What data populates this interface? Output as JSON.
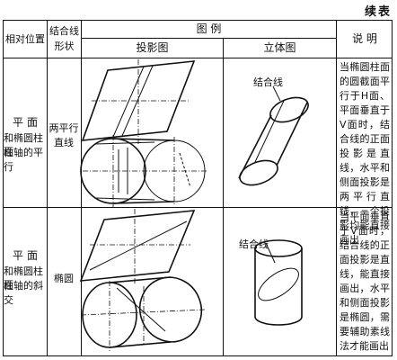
{
  "header": {
    "continuation": "续表"
  },
  "columns": {
    "position": "相对位置",
    "shape_line1": "结合线",
    "shape_line2": "形状",
    "figures": "图 例",
    "projection": "投影图",
    "solid": "立体图",
    "note": "说 明"
  },
  "rows": [
    {
      "position_col1": "平面和柱轴平行",
      "position_col2": "面圆的",
      "position_line_a": "平面",
      "position_line_b": "和椭圆柱面",
      "position_line_c": "柱轴的平",
      "position_line_d": "行",
      "shape": "两平行直线",
      "callout": "结合线",
      "note": "当椭圆柱面的圆截面平行于H面、平面垂直于V面时，结合线的正面投影是直线，水平和侧面投影是两平行直线，三个投影均能直接画出"
    },
    {
      "position_line_a": "平面",
      "position_line_b": "和椭圆柱面",
      "position_line_c": "柱轴的斜",
      "position_line_d": "交",
      "shape": "椭圆",
      "callout": "结合线",
      "note": "当平面垂直于V面时，结合线的正面投影是直线，能直接画出，水平和侧面投影是椭圆，需要辅助素线法才能画出"
    }
  ]
}
